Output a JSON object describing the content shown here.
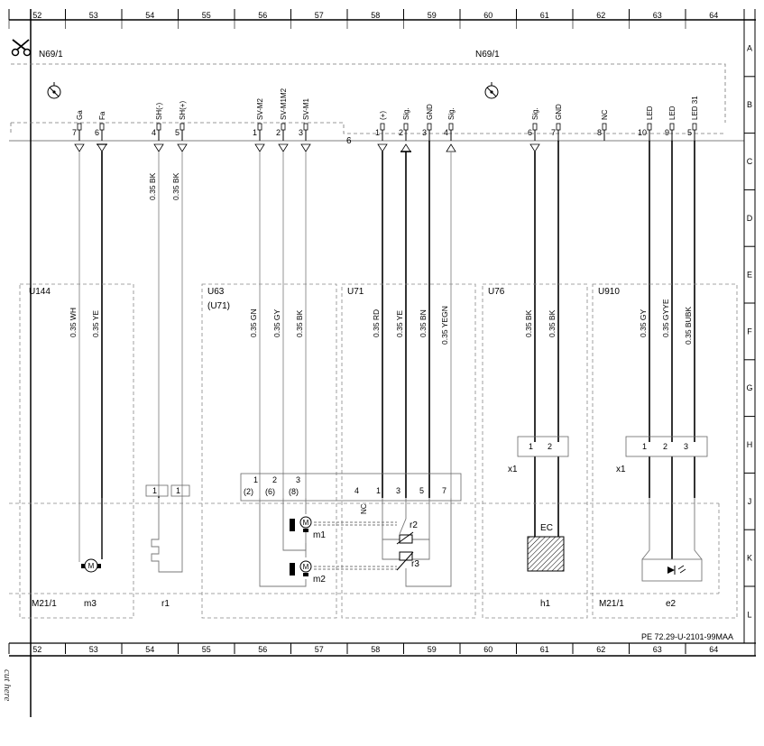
{
  "columns": [
    "52",
    "53",
    "54",
    "55",
    "56",
    "57",
    "58",
    "59",
    "60",
    "61",
    "62",
    "63",
    "64"
  ],
  "rows": [
    "A",
    "B",
    "C",
    "D",
    "E",
    "F",
    "G",
    "H",
    "J",
    "K",
    "L"
  ],
  "module_left_label": "N69/1",
  "module_right_label": "N69/1",
  "side_number": "6",
  "doc_code": "PE 72.29-U-2101-99MAA",
  "cut_note": "cut here",
  "pins": [
    {
      "num": "7",
      "name": "Ga"
    },
    {
      "num": "6",
      "name": "Fa"
    },
    {
      "num": "4",
      "name": "SH(-)"
    },
    {
      "num": "5",
      "name": "SH(+)"
    },
    {
      "num": "1",
      "name": "SV-M2"
    },
    {
      "num": "2",
      "name": "SV-M1M2"
    },
    {
      "num": "3",
      "name": "SV-M1"
    },
    {
      "num": "1",
      "name": "(+)"
    },
    {
      "num": "2",
      "name": "Sig."
    },
    {
      "num": "3",
      "name": "GND"
    },
    {
      "num": "4",
      "name": "Sig."
    },
    {
      "num": "6",
      "name": "Sig."
    },
    {
      "num": "7",
      "name": "GND"
    },
    {
      "num": "8",
      "name": "NC"
    },
    {
      "num": "10",
      "name": "LED"
    },
    {
      "num": "9",
      "name": "LED"
    },
    {
      "num": "5",
      "name": "LED 31"
    }
  ],
  "wires": [
    {
      "label": "0.35 WH"
    },
    {
      "label": "0.35 YE"
    },
    {
      "label": "0.35 BK"
    },
    {
      "label": "0.35 BK"
    },
    {
      "label": "0.35 GN"
    },
    {
      "label": "0.35 GY"
    },
    {
      "label": "0.35 BK"
    },
    {
      "label": "0.35 RD"
    },
    {
      "label": "0.35 YE"
    },
    {
      "label": "0.35 BN"
    },
    {
      "label": "0.35 YEGN"
    },
    {
      "label": "0.35 BK"
    },
    {
      "label": "0.35 BK"
    },
    {
      "label": "0.35 GY"
    },
    {
      "label": "0.35 GYYE"
    },
    {
      "label": "0.35 BUBK"
    }
  ],
  "groups": [
    {
      "code": "U144",
      "sub": ""
    },
    {
      "code": "U63",
      "sub": "(U71)"
    },
    {
      "code": "U71",
      "sub": ""
    },
    {
      "code": "U76",
      "sub": ""
    },
    {
      "code": "U910",
      "sub": ""
    }
  ],
  "bottom_labels": [
    "M21/1",
    "m3",
    "r1",
    "h1",
    "M21/1",
    "e2"
  ],
  "components": {
    "motor_m3": "M",
    "motor_m1": "M",
    "motor_m2": "M",
    "m1_label": "m1",
    "m2_label": "m2",
    "r2_label": "r2",
    "r3_label": "r3",
    "ec_label": "EC",
    "nc_label": "NC"
  },
  "connectors": {
    "x1_left_label": "x1",
    "x1_right_label": "x1",
    "x1_left_pins": [
      "1",
      "2"
    ],
    "x1_right_pins": [
      "1",
      "2",
      "3"
    ],
    "r1_pins": [
      "1",
      "1"
    ],
    "u63_pins": [
      "1",
      "2",
      "3"
    ],
    "u63_pins_paren": [
      "(2)",
      "(6)",
      "(8)"
    ],
    "u71_pins": [
      "4",
      "1",
      "3",
      "5",
      "7"
    ]
  }
}
